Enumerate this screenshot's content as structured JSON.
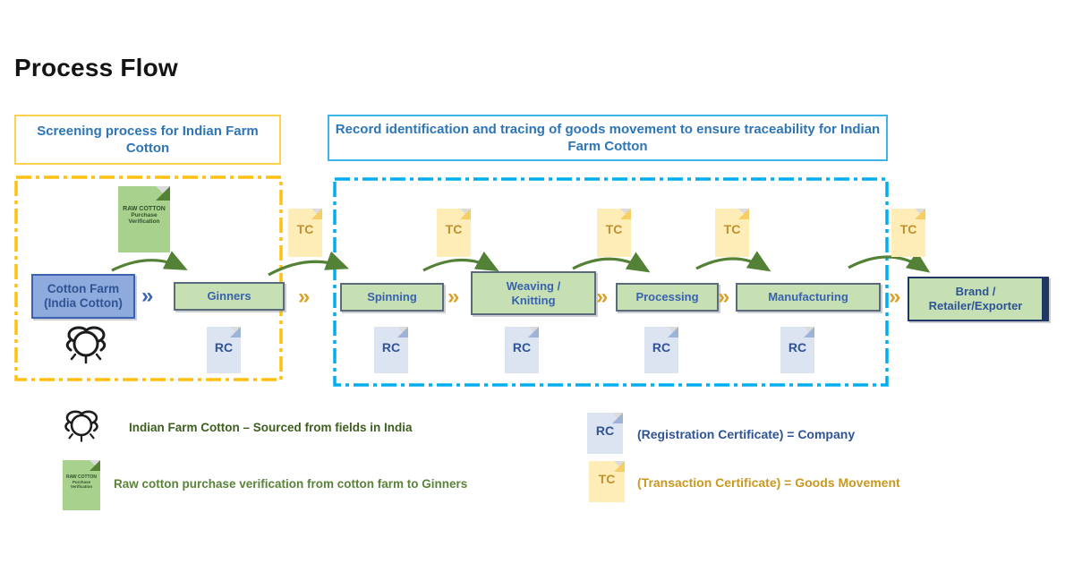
{
  "title": "Process Flow",
  "headers": {
    "screening": "Screening process for Indian Farm Cotton",
    "record": "Record identification and tracing of goods movement to ensure traceability for Indian Farm Cotton"
  },
  "stages": {
    "cotton_farm": {
      "line1": "Cotton Farm",
      "line2": "(India Cotton)"
    },
    "ginners": "Ginners",
    "spinning": "Spinning",
    "weaving": {
      "line1": "Weaving /",
      "line2": "Knitting"
    },
    "processing": "Processing",
    "manufacturing": "Manufacturing",
    "brand": {
      "line1": "Brand /",
      "line2": "Retailer/Exporter"
    }
  },
  "certificates": {
    "tc": "TC",
    "rc": "RC"
  },
  "chevron": "»",
  "raw_cotton_doc": {
    "line1": "RAW COTTON",
    "line2": "Purchase",
    "line3": "Verification"
  },
  "legend": {
    "cotton": "Indian Farm Cotton – Sourced from fields in India",
    "raw_doc": "Raw cotton purchase verification from cotton farm to  Ginners",
    "rc": "(Registration Certificate) = Company",
    "tc": "(Transaction Certificate) = Goods Movement"
  },
  "colors": {
    "yellow_accent": "#FFC013",
    "blue_accent": "#00AEEF",
    "header_text": "#2E75B6",
    "stage_text": "#3A62AE",
    "green_fill": "#C6E0B4",
    "blue_fill": "#8FAADC",
    "arrow_green": "#538135",
    "tc_gold": "#C0902C",
    "rc_blue": "#2F5496",
    "navy": "#1F3864"
  }
}
